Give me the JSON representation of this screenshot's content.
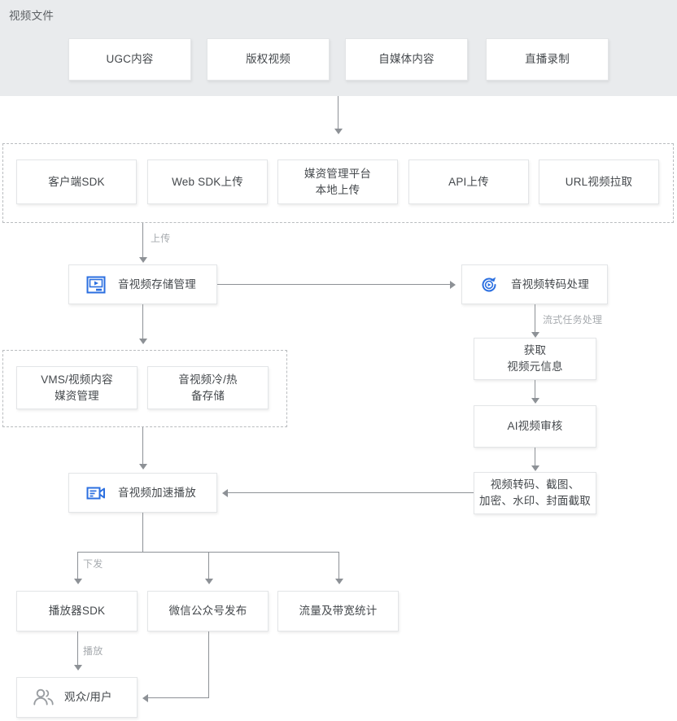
{
  "header": {
    "label": "视频文件",
    "band_color": "#e9ebed",
    "sources": [
      {
        "label": "UGC内容"
      },
      {
        "label": "版权视频"
      },
      {
        "label": "自媒体内容"
      },
      {
        "label": "直播录制"
      }
    ]
  },
  "upload_group": {
    "items": [
      {
        "label": "客户端SDK"
      },
      {
        "label": "Web SDK上传"
      },
      {
        "label": "媒资管理平台\n本地上传"
      },
      {
        "label": "API上传"
      },
      {
        "label": "URL视频拉取"
      }
    ]
  },
  "core": {
    "storage": {
      "label": "音视频存储管理",
      "icon": "video-storage-icon",
      "icon_color": "#2b6fe0"
    },
    "transcode": {
      "label": "音视频转码处理",
      "icon": "transcode-refresh-icon",
      "icon_color": "#2b6fe0"
    },
    "playback": {
      "label": "音视频加速播放",
      "icon": "video-camera-icon",
      "icon_color": "#2b6fe0"
    }
  },
  "vms_group": {
    "items": [
      {
        "label": "VMS/视频内容\n媒资管理"
      },
      {
        "label": "音视频冷/热\n备存储"
      }
    ]
  },
  "pipeline": [
    {
      "label": "获取\n视频元信息"
    },
    {
      "label": "AI视频审核"
    },
    {
      "label": "视频转码、截图、\n加密、水印、封面截取"
    }
  ],
  "distribution": [
    {
      "label": "播放器SDK"
    },
    {
      "label": "微信公众号发布"
    },
    {
      "label": "流量及带宽统计"
    }
  ],
  "audience": {
    "label": "观众/用户",
    "icon": "users-icon",
    "icon_color": "#9a9ea2"
  },
  "edge_labels": {
    "upload": "上传",
    "stream_task": "流式任务处理",
    "deliver": "下发",
    "play": "播放"
  },
  "colors": {
    "line": "#8d9196",
    "box_border": "#e3e5e7",
    "text": "#44484c",
    "muted_text": "#a7abaf",
    "accent": "#2b6fe0"
  }
}
